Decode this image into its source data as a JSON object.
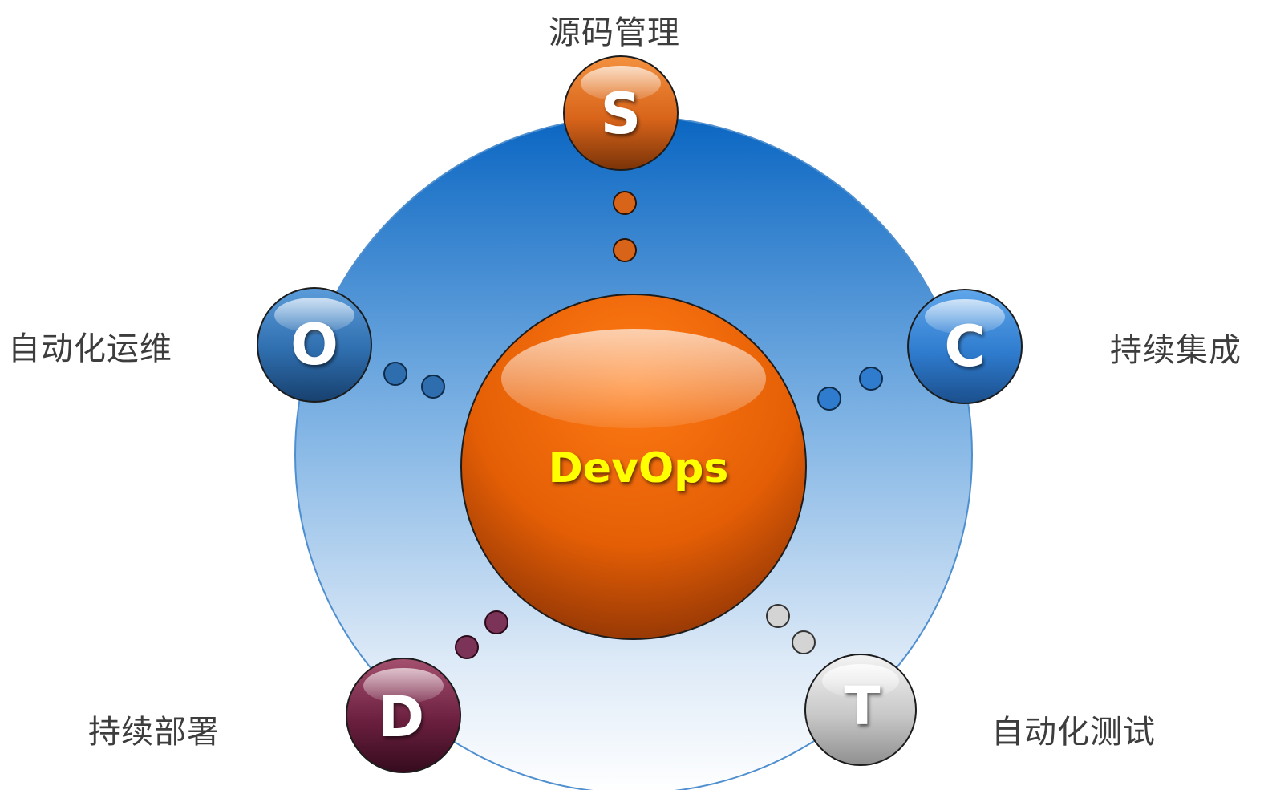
{
  "center": {
    "label": "DevOps"
  },
  "nodes": [
    {
      "id": "s",
      "letter": "S",
      "label": "源码管理",
      "color": "#d8641a"
    },
    {
      "id": "c",
      "letter": "C",
      "label": "持续集成",
      "color": "#2f7ccf"
    },
    {
      "id": "t",
      "letter": "T",
      "label": "自动化测试",
      "color": "#c8c8c8"
    },
    {
      "id": "d",
      "letter": "D",
      "label": "持续部署",
      "color": "#6b1f3f"
    },
    {
      "id": "o",
      "letter": "O",
      "label": "自动化运维",
      "color": "#2f6eae"
    }
  ],
  "colors": {
    "ring_top": "#0a66c2",
    "ring_bottom": "#ffffff",
    "center_sphere": "#f06a0a",
    "center_text": "#ffff00"
  }
}
